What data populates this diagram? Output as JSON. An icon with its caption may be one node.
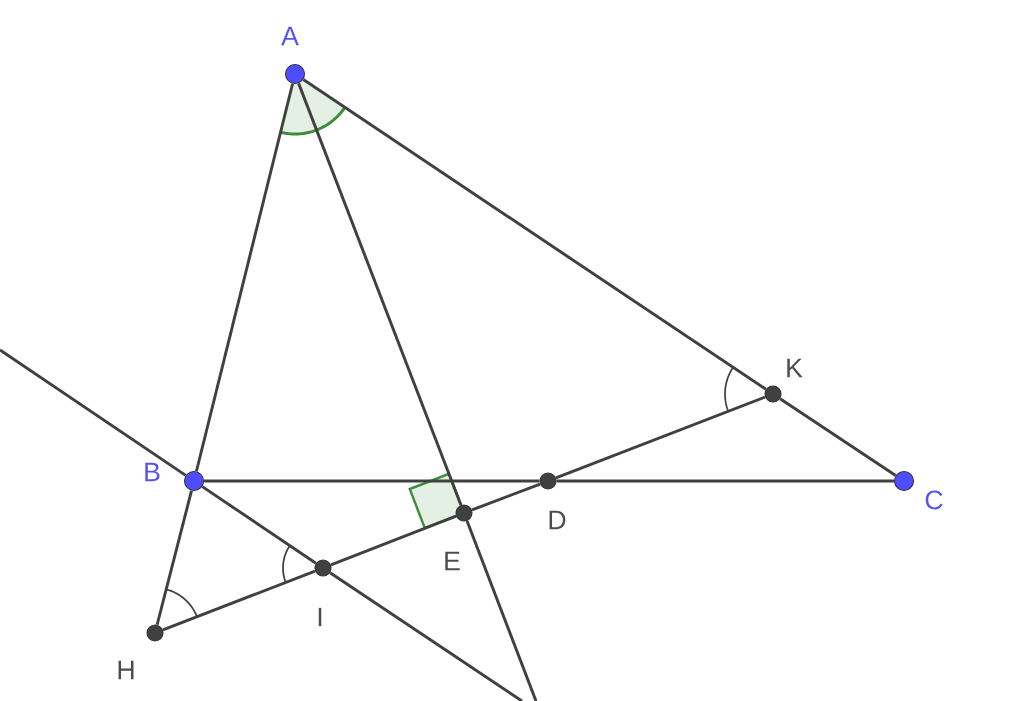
{
  "diagram": {
    "nodes": [
      {
        "text": [
          "A"
        ]
      },
      {
        "text": [
          "K"
        ]
      },
      {
        "text": [
          "B"
        ]
      },
      {
        "text": [
          "D"
        ]
      },
      {
        "text": [
          "C"
        ]
      },
      {
        "text": [
          "E"
        ]
      },
      {
        "text": [
          "I"
        ]
      },
      {
        "text": [
          "H"
        ]
      }
    ],
    "edges": [
      {
        "from": 0,
        "to": 2,
        "arrow": "none"
      },
      {
        "from": 2,
        "to": 7,
        "arrow": "none"
      },
      {
        "from": 0,
        "to": 1,
        "arrow": "none"
      },
      {
        "from": 1,
        "to": 4,
        "arrow": "none"
      },
      {
        "from": 0,
        "to": 5,
        "arrow": "none"
      },
      {
        "from": 5,
        "to": null,
        "arrow": "none"
      },
      {
        "from": 2,
        "to": 3,
        "arrow": "none"
      },
      {
        "from": 3,
        "to": 4,
        "arrow": "none"
      },
      {
        "from": 7,
        "to": 6,
        "arrow": "none"
      },
      {
        "from": 6,
        "to": 5,
        "arrow": "none"
      },
      {
        "from": 5,
        "to": 3,
        "arrow": "none"
      },
      {
        "from": 3,
        "to": 1,
        "arrow": "none"
      },
      {
        "from": null,
        "to": 2,
        "arrow": "none"
      },
      {
        "from": 2,
        "to": 6,
        "arrow": "none"
      },
      {
        "from": 6,
        "to": null,
        "arrow": "none"
      }
    ]
  }
}
